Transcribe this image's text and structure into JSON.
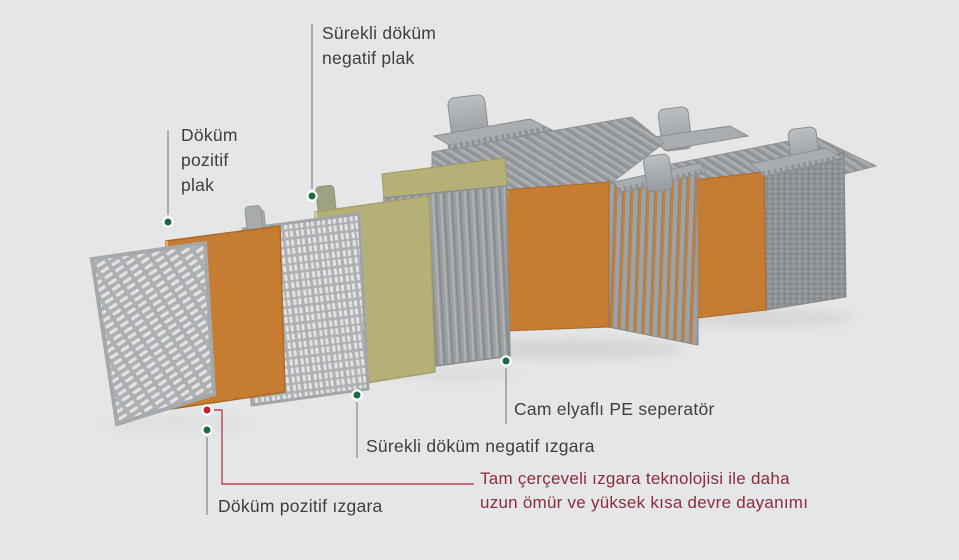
{
  "figure": {
    "title_none": "",
    "labels": {
      "negative_plate": "Sürekli döküm\nnegatif plak",
      "positive_plate": "Döküm\npozitif\nplak",
      "separator": "Cam elyaflı PE seperatör",
      "negative_grid": "Sürekli döküm negatif ızgara",
      "positive_grid": "Döküm pozitif ızgara",
      "callout": "Tam çerçeveli ızgara teknolojisi ile daha\nuzun ömür ve yüksek kısa devre dayanımı"
    },
    "colors": {
      "bg": "#e5e6e7",
      "text": "#3e3e40",
      "callout": "#8b2d3a",
      "green": "#1d6b44",
      "red": "#c5202e",
      "conn": "#8b8e91",
      "connred": "#c2414d",
      "plate_orange": "#c67c31",
      "plate_olive": "#b4b077",
      "metal_gray": "#a7aaad"
    }
  }
}
